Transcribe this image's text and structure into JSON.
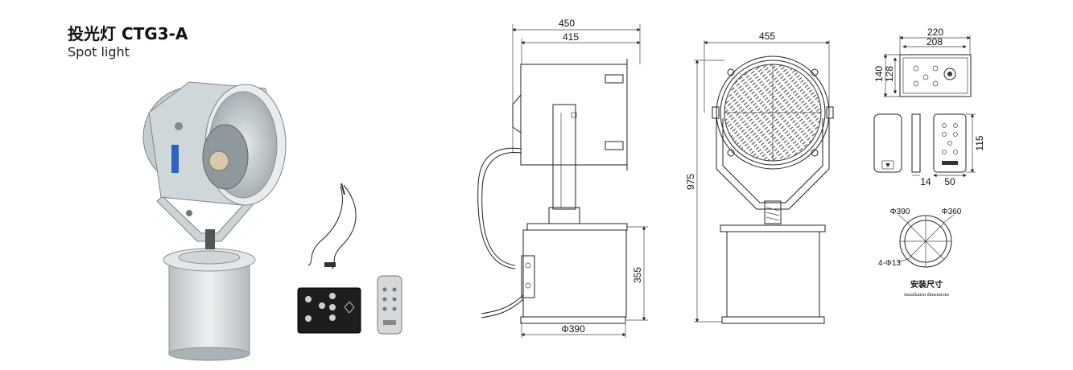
{
  "header": {
    "title": "投光灯 CTG3-A",
    "subtitle": "Spot light"
  },
  "side_view": {
    "dim_450": "450",
    "dim_415": "415",
    "dim_355": "355",
    "dim_d390": "Φ390"
  },
  "front_view": {
    "dim_455": "455",
    "dim_975": "975"
  },
  "control_box": {
    "dim_220": "220",
    "dim_208": "208",
    "dim_140": "140",
    "dim_128": "128"
  },
  "remote": {
    "dim_115": "115",
    "dim_14": "14",
    "dim_50": "50"
  },
  "installation": {
    "outer_dia": "Φ390",
    "inner_dia": "Φ360",
    "holes": "4-Φ13",
    "label_cn": "安装尺寸",
    "label_en": "Installation dimensions"
  },
  "colors": {
    "lamp_body": "#d9dee0",
    "panel": "#1a1a1a",
    "line": "#222222"
  }
}
